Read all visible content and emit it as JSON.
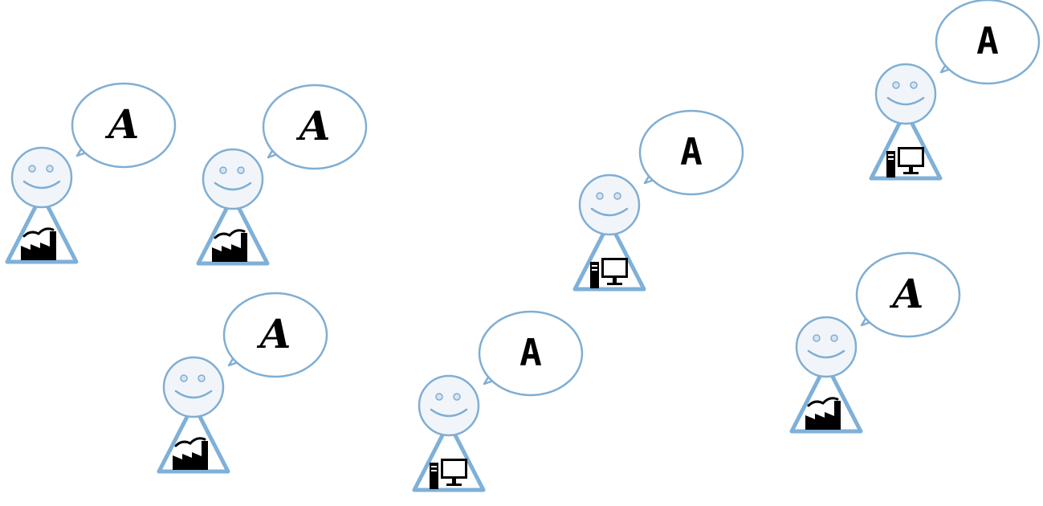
{
  "colors": {
    "outline": "#80aed3",
    "face_fill": "#f1f5fa",
    "bubble_fill": "#ffffff",
    "body_stroke": "#7fb0d8",
    "icon": "#000000"
  },
  "figures": [
    {
      "letter": "A",
      "style": "script",
      "icon": "factory-icon"
    },
    {
      "letter": "A",
      "style": "script",
      "icon": "factory-icon"
    },
    {
      "letter": "A",
      "style": "script",
      "icon": "factory-icon"
    },
    {
      "letter": "A",
      "style": "plain",
      "icon": "computer-icon"
    },
    {
      "letter": "A",
      "style": "plain",
      "icon": "computer-icon"
    },
    {
      "letter": "A",
      "style": "plain",
      "icon": "computer-icon"
    },
    {
      "letter": "A",
      "style": "script",
      "icon": "factory-icon"
    }
  ]
}
